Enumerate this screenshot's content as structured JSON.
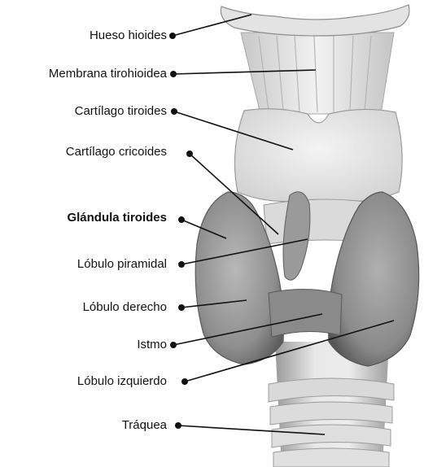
{
  "labels": [
    {
      "key": "hyoid",
      "text": "Hueso hioides",
      "bold": false
    },
    {
      "key": "membrane",
      "text": "Membrana tirohioidea",
      "bold": false
    },
    {
      "key": "thyroid_cartilage",
      "text": "Cartílago tiroides",
      "bold": false
    },
    {
      "key": "cricoid_cartilage",
      "text": "Cartílago cricoides",
      "bold": false
    },
    {
      "key": "thyroid_gland",
      "text": "Glándula tiroides",
      "bold": true
    },
    {
      "key": "pyramidal_lobe",
      "text": "Lóbulo piramidal",
      "bold": false
    },
    {
      "key": "right_lobe",
      "text": "Lóbulo derecho",
      "bold": false
    },
    {
      "key": "isthmus",
      "text": "Istmo",
      "bold": false
    },
    {
      "key": "left_lobe",
      "text": "Lóbulo izquierdo",
      "bold": false
    },
    {
      "key": "trachea",
      "text": "Tráquea",
      "bold": false
    }
  ],
  "colors": {
    "text": "#111111",
    "leader": "#111111",
    "gland": "#8c8c8c",
    "cartilage": "#e6e6e6",
    "trachea": "#d4d4d4"
  }
}
